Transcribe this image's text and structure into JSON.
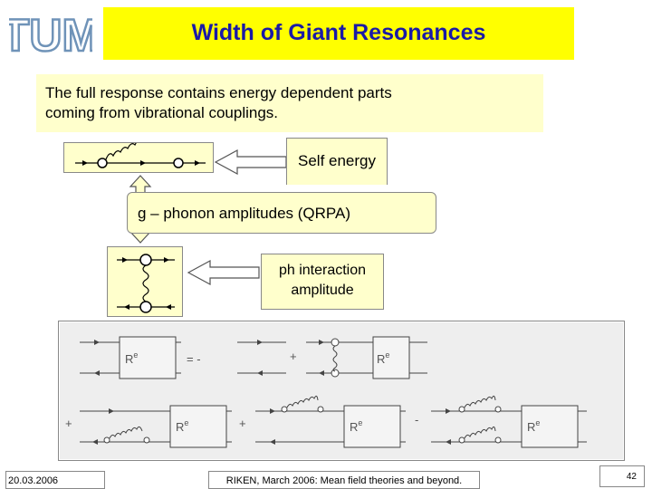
{
  "logo": {
    "text": "TUM"
  },
  "slide": {
    "title": "Width of Giant Resonances",
    "intro_line1": "The full response contains energy dependent parts",
    "intro_line2": "coming from vibrational couplings."
  },
  "labels": {
    "self_energy": "Self energy",
    "g_phonon": "g – phonon amplitudes (QRPA)",
    "ph_line1": "ph interaction",
    "ph_line2": "amplitude"
  },
  "diagrams": {
    "re": "R",
    "re_sup": "e",
    "equals": "= -",
    "plus": "+",
    "minus": "-"
  },
  "footer": {
    "date": "20.03.2006",
    "event": "RIKEN, March 2006: Mean field theories and beyond.",
    "page": "42"
  },
  "colors": {
    "title_bg": "#ffff00",
    "title_text": "#1a1aa6",
    "panel_bg": "#ffffcc",
    "logo": "#6f93b8"
  }
}
